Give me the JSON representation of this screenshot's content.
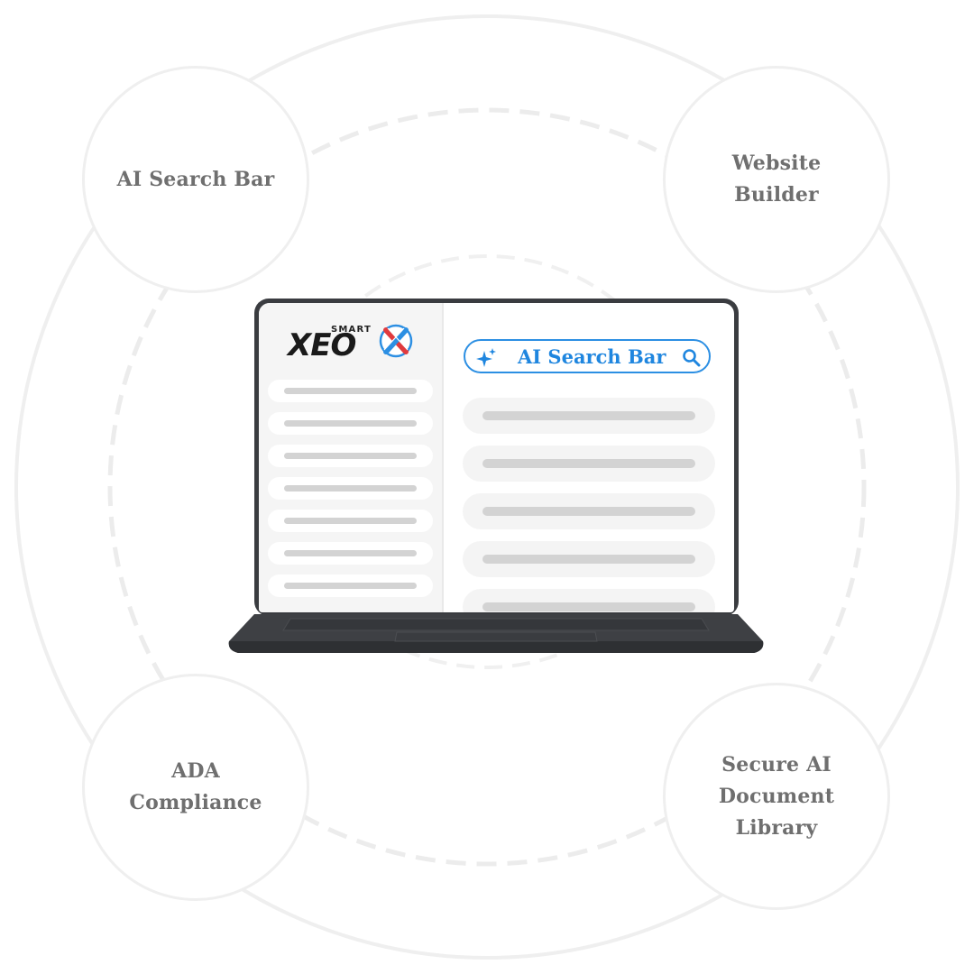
{
  "nodes": {
    "top_left": "AI Search Bar",
    "top_right": "Website\nBuilder",
    "bottom_left": "ADA\nCompliance",
    "bottom_right": "Secure AI\nDocument\nLibrary"
  },
  "screen": {
    "logo": {
      "small_text": "SMART",
      "main_text": "XEO"
    },
    "search": {
      "label": "AI Search Bar",
      "icon": "search-icon",
      "leading_icon": "sparkle-icon"
    },
    "sidebar_item_count": 7,
    "result_item_count": 5
  },
  "colors": {
    "accent_blue": "#1f86df",
    "node_text": "#6f6f6f",
    "ring": "#efefef",
    "laptop": "#3a3c40",
    "logo_red": "#e03a3e",
    "logo_blue": "#2c8fe3"
  }
}
